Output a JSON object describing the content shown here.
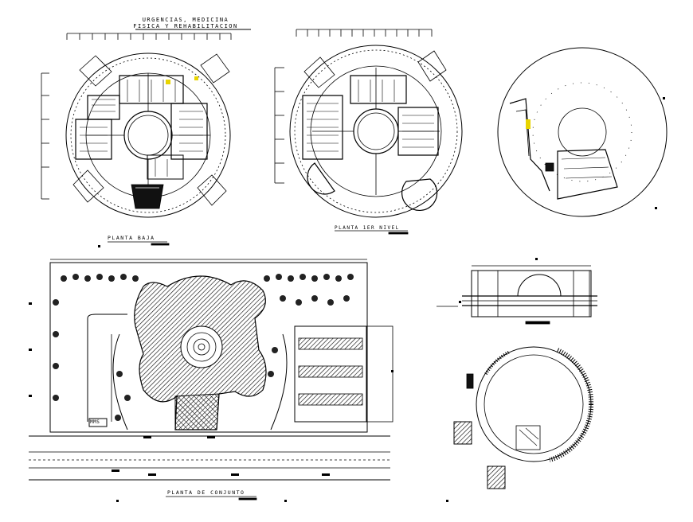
{
  "drawing": {
    "title_line1": "URGENCIAS, MEDICINA",
    "title_line2": "FISICA Y REHABILITACION",
    "captions": {
      "ground_floor": "PLANTA BAJA",
      "first_level": "PLANTA 1ER NIVEL",
      "site_plan": "PLANTA DE CONJUNTO",
      "sign": "MMS"
    }
  }
}
